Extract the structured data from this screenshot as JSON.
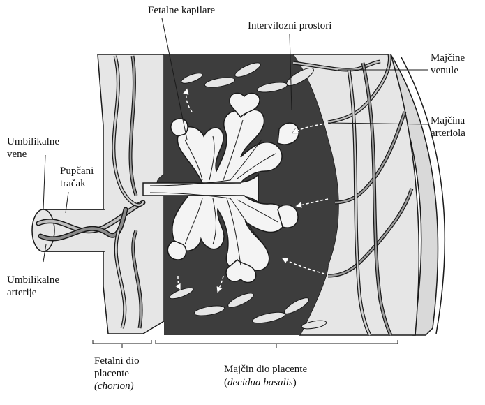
{
  "labels": {
    "fetal_capillaries": "Fetalne kapilare",
    "intervillous_spaces": "Intervilozni prostori",
    "maternal_venules_1": "Majčine",
    "maternal_venules_2": "venule",
    "maternal_arteriole_1": "Majčina",
    "maternal_arteriole_2": "arteriola",
    "umbilical_veins_1": "Umbilikalne",
    "umbilical_veins_2": "vene",
    "umbilical_cord_1": "Pupčani",
    "umbilical_cord_2": "tračak",
    "umbilical_arteries_1": "Umbilikalne",
    "umbilical_arteries_2": "arterije",
    "fetal_part_1": "Fetalni dio",
    "fetal_part_2": "placente",
    "fetal_part_3": "(chorion)",
    "maternal_part_1": "Majčin dio placente",
    "maternal_part_2_open": "(",
    "maternal_part_2_italic": "decidua basalis",
    "maternal_part_2_close": ")"
  },
  "colors": {
    "intervillous_dark": "#3d3d3d",
    "tissue_light": "#e6e6e6",
    "villus_fill": "#f4f4f4",
    "line": "#1a1a1a"
  }
}
